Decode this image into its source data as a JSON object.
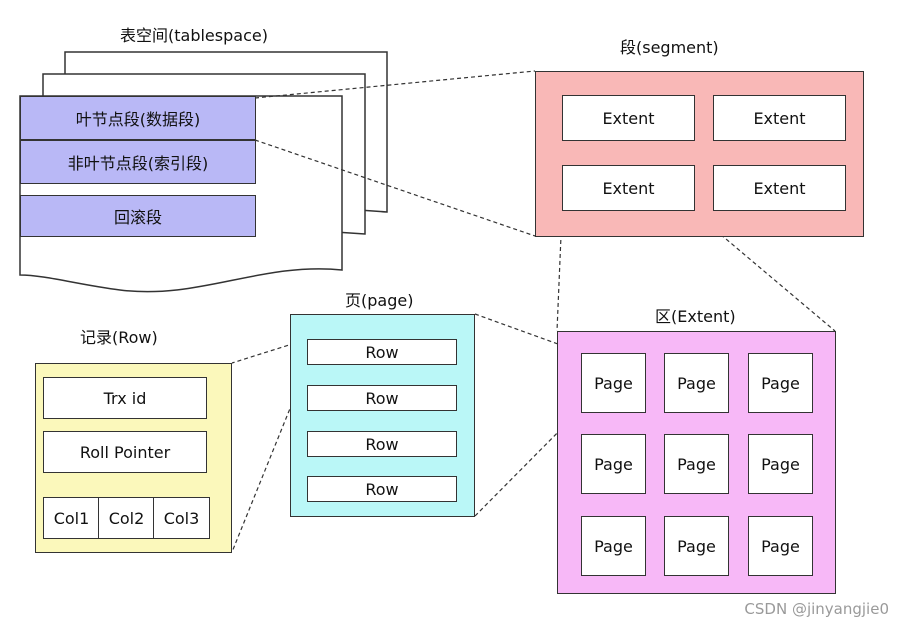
{
  "tablespace": {
    "title": "表空间(tablespace)",
    "segments": [
      "叶节点段(数据段)",
      "非叶节点段(索引段)",
      "回滚段"
    ]
  },
  "segment": {
    "title": "段(segment)",
    "extents": [
      "Extent",
      "Extent",
      "Extent",
      "Extent"
    ]
  },
  "page": {
    "title": "页(page)",
    "rows": [
      "Row",
      "Row",
      "Row",
      "Row"
    ]
  },
  "extent": {
    "title": "区(Extent)",
    "pages": [
      "Page",
      "Page",
      "Page",
      "Page",
      "Page",
      "Page",
      "Page",
      "Page",
      "Page"
    ]
  },
  "record": {
    "title": "记录(Row)",
    "trx_id": "Trx id",
    "roll_pointer": "Roll Pointer",
    "cols": [
      "Col1",
      "Col2",
      "Col3"
    ]
  },
  "watermark": "CSDN @jinyangjie0",
  "colors": {
    "segment_fill": "#b9b8f6",
    "segment_box_fill": "#f9b8b7",
    "page_box_fill": "#baf7f7",
    "extent_box_fill": "#f7b8f7",
    "record_box_fill": "#fbf8bb"
  }
}
